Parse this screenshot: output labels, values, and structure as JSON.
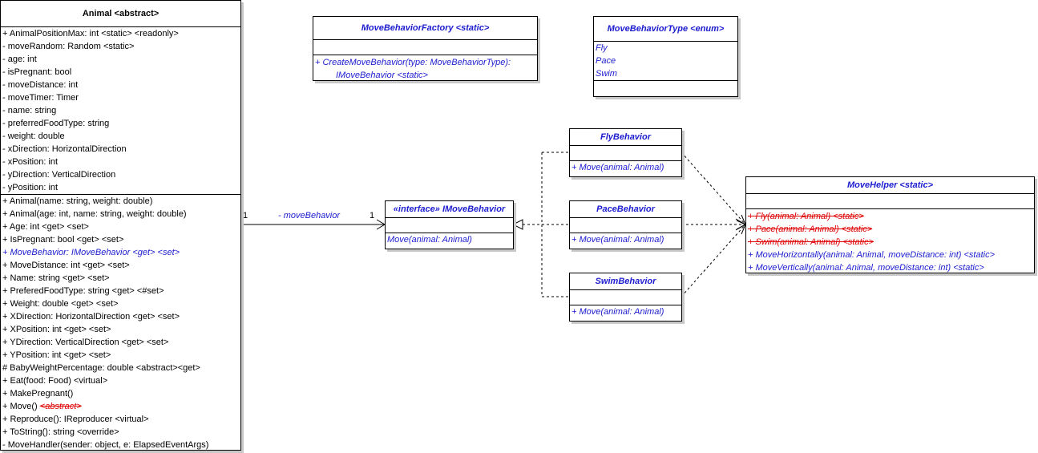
{
  "animal": {
    "title": "Animal <abstract>",
    "fields": [
      "+ AnimalPositionMax: int <static> <readonly>",
      "- moveRandom: Random <static>",
      "- age: int",
      "- isPregnant: bool",
      "- moveDistance: int",
      "- moveTimer: Timer",
      "- name: string",
      "- preferredFoodType: string",
      "- weight: double",
      "- xDirection: HorizontalDirection",
      "- xPosition: int",
      "- yDirection: VerticalDirection",
      "- yPosition: int"
    ],
    "methods_a": [
      "+ Animal(name: string, weight: double)",
      "+ Animal(age: int, name: string, weight: double)",
      "+ Age: int <get> <set>",
      "+ IsPregnant: bool <get> <set>"
    ],
    "method_blue": "+ MoveBehavior: IMoveBehavior <get> <set>",
    "methods_b": [
      "+ MoveDistance: int <get> <set>",
      "+ Name: string <get> <set>",
      "+ PreferedFoodType: string <get> <#set>",
      "+ Weight: double <get> <set>",
      "+ XDirection: HorizontalDirection <get> <set>",
      "+ XPosition: int <get> <set>",
      "+ YDirection: VerticalDirection <get> <set>",
      "+ YPosition: int <get> <set>",
      "# BabyWeightPercentage: double <abstract><get>",
      "+ Eat(food: Food) <virtual>",
      "+ MakePregnant()"
    ],
    "move_prefix": "+ Move()",
    "move_struck": "<abstract>",
    "methods_c": [
      "+ Reproduce(): IReproducer <virtual>",
      "+ ToString(): string <override>",
      "- MoveHandler(sender: object, e: ElapsedEventArgs)"
    ]
  },
  "factory": {
    "title": "MoveBehaviorFactory <static>",
    "method_line1": "+ CreateMoveBehavior(type: MoveBehaviorType):",
    "method_line2": "IMoveBehavior <static>"
  },
  "enum_type": {
    "title": "MoveBehaviorType <enum>",
    "values": [
      "Fly",
      "Pace",
      "Swim"
    ]
  },
  "interface": {
    "title": "«interface» IMoveBehavior",
    "method": "Move(animal: Animal)"
  },
  "behaviors": [
    {
      "title": "FlyBehavior",
      "method": "+ Move(animal: Animal)"
    },
    {
      "title": "PaceBehavior",
      "method": "+ Move(animal: Animal)"
    },
    {
      "title": "SwimBehavior",
      "method": "+ Move(animal: Animal)"
    }
  ],
  "helper": {
    "title": "MoveHelper <static>",
    "struck_methods": [
      "+ Fly(animal: Animal) <static>",
      "+ Pace(animal: Animal) <static>",
      "+ Swim(animal: Animal) <static>"
    ],
    "methods": [
      "+ MoveHorizontally(animal: Animal, moveDistance: int) <static>",
      "+ MoveVertically(animal: Animal, moveDistance: int) <static>"
    ]
  },
  "association": {
    "source_mult": "1",
    "target_mult": "1",
    "role": "- moveBehavior"
  }
}
